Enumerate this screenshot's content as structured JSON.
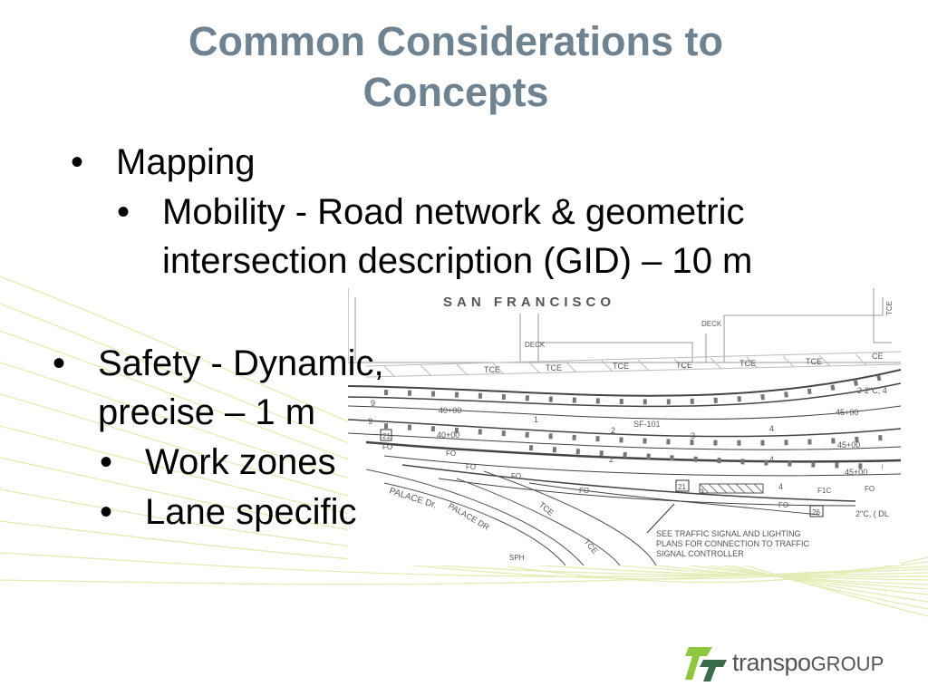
{
  "slide": {
    "title_line1": "Common Considerations to",
    "title_line2": "Concepts",
    "bullets": {
      "mapping": "Mapping",
      "mobility_line1": "Mobility - Road network & geometric",
      "mobility_line2": "intersection description (GID) – 10 m",
      "safety_line1": "Safety - Dynamic,",
      "safety_line2": "precise – 1 m",
      "work_zones": "Work zones",
      "lane_specific": "Lane specific",
      "bullet_char": "•"
    }
  },
  "map": {
    "heading": "SAN FRANCISCO",
    "tce": "TCE",
    "deck": "DECK",
    "ce": "CE",
    "station_40": "40+00",
    "station_45": "45+00",
    "route": "SF-101",
    "fo": "FO",
    "palace_dr": "PALACE Dr.",
    "palace_dr_2": "PALACE DR",
    "conduit_1": "2-2\"C, 4",
    "conduit_2": "2\"C, ( DL",
    "box_21": "21",
    "box_26": "26",
    "f1c": "F1C",
    "num_1": "1",
    "num_2": "2",
    "num_3": "3",
    "num_4": "4",
    "num_9": "9",
    "note_line1": "SEE TRAFFIC SIGNAL AND LIGHTING",
    "note_line2": "PLANS FOR CONNECTION TO TRAFFIC",
    "note_line3": "SIGNAL CONTROLLER",
    "sph": "SPH"
  },
  "logo": {
    "name_main": "transpo",
    "name_group": "GROUP",
    "brand_color": "#8dc63f",
    "text_color": "#555555"
  },
  "theme": {
    "title_color": "#6f8291",
    "line_color": "#e3ecb4"
  }
}
